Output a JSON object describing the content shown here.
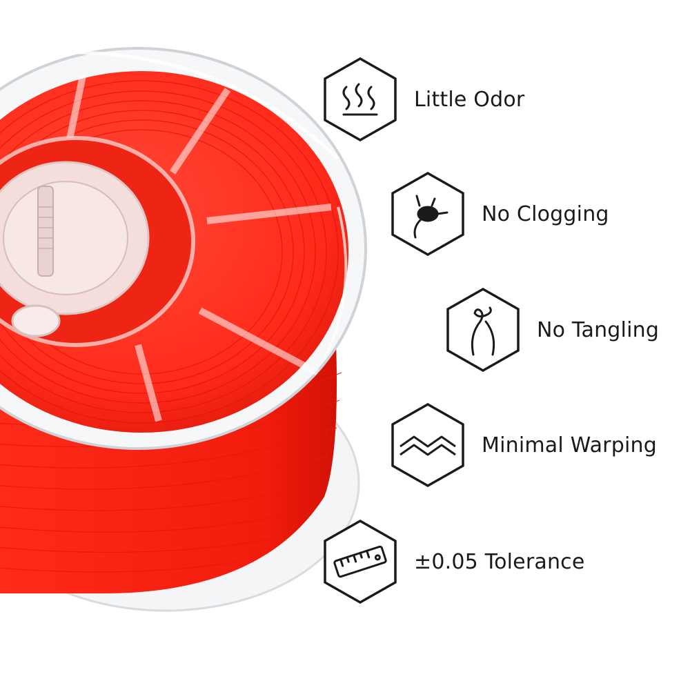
{
  "colors": {
    "filament": "#ff2a1a",
    "filament_dark": "#e01608",
    "spool_plastic": "#f2f4f6",
    "icon_stroke": "#1a1a1a",
    "background": "#ffffff"
  },
  "product_image": {
    "subject": "red filament spool"
  },
  "features": [
    {
      "label": "Little Odor",
      "icon": "odor-waves-icon"
    },
    {
      "label": "No Clogging",
      "icon": "nozzle-clog-icon"
    },
    {
      "label": "No Tangling",
      "icon": "tangle-loop-icon"
    },
    {
      "label": "Minimal Warping",
      "icon": "warp-zigzag-icon"
    },
    {
      "label": "±0.05 Tolerance",
      "icon": "ruler-icon"
    }
  ]
}
